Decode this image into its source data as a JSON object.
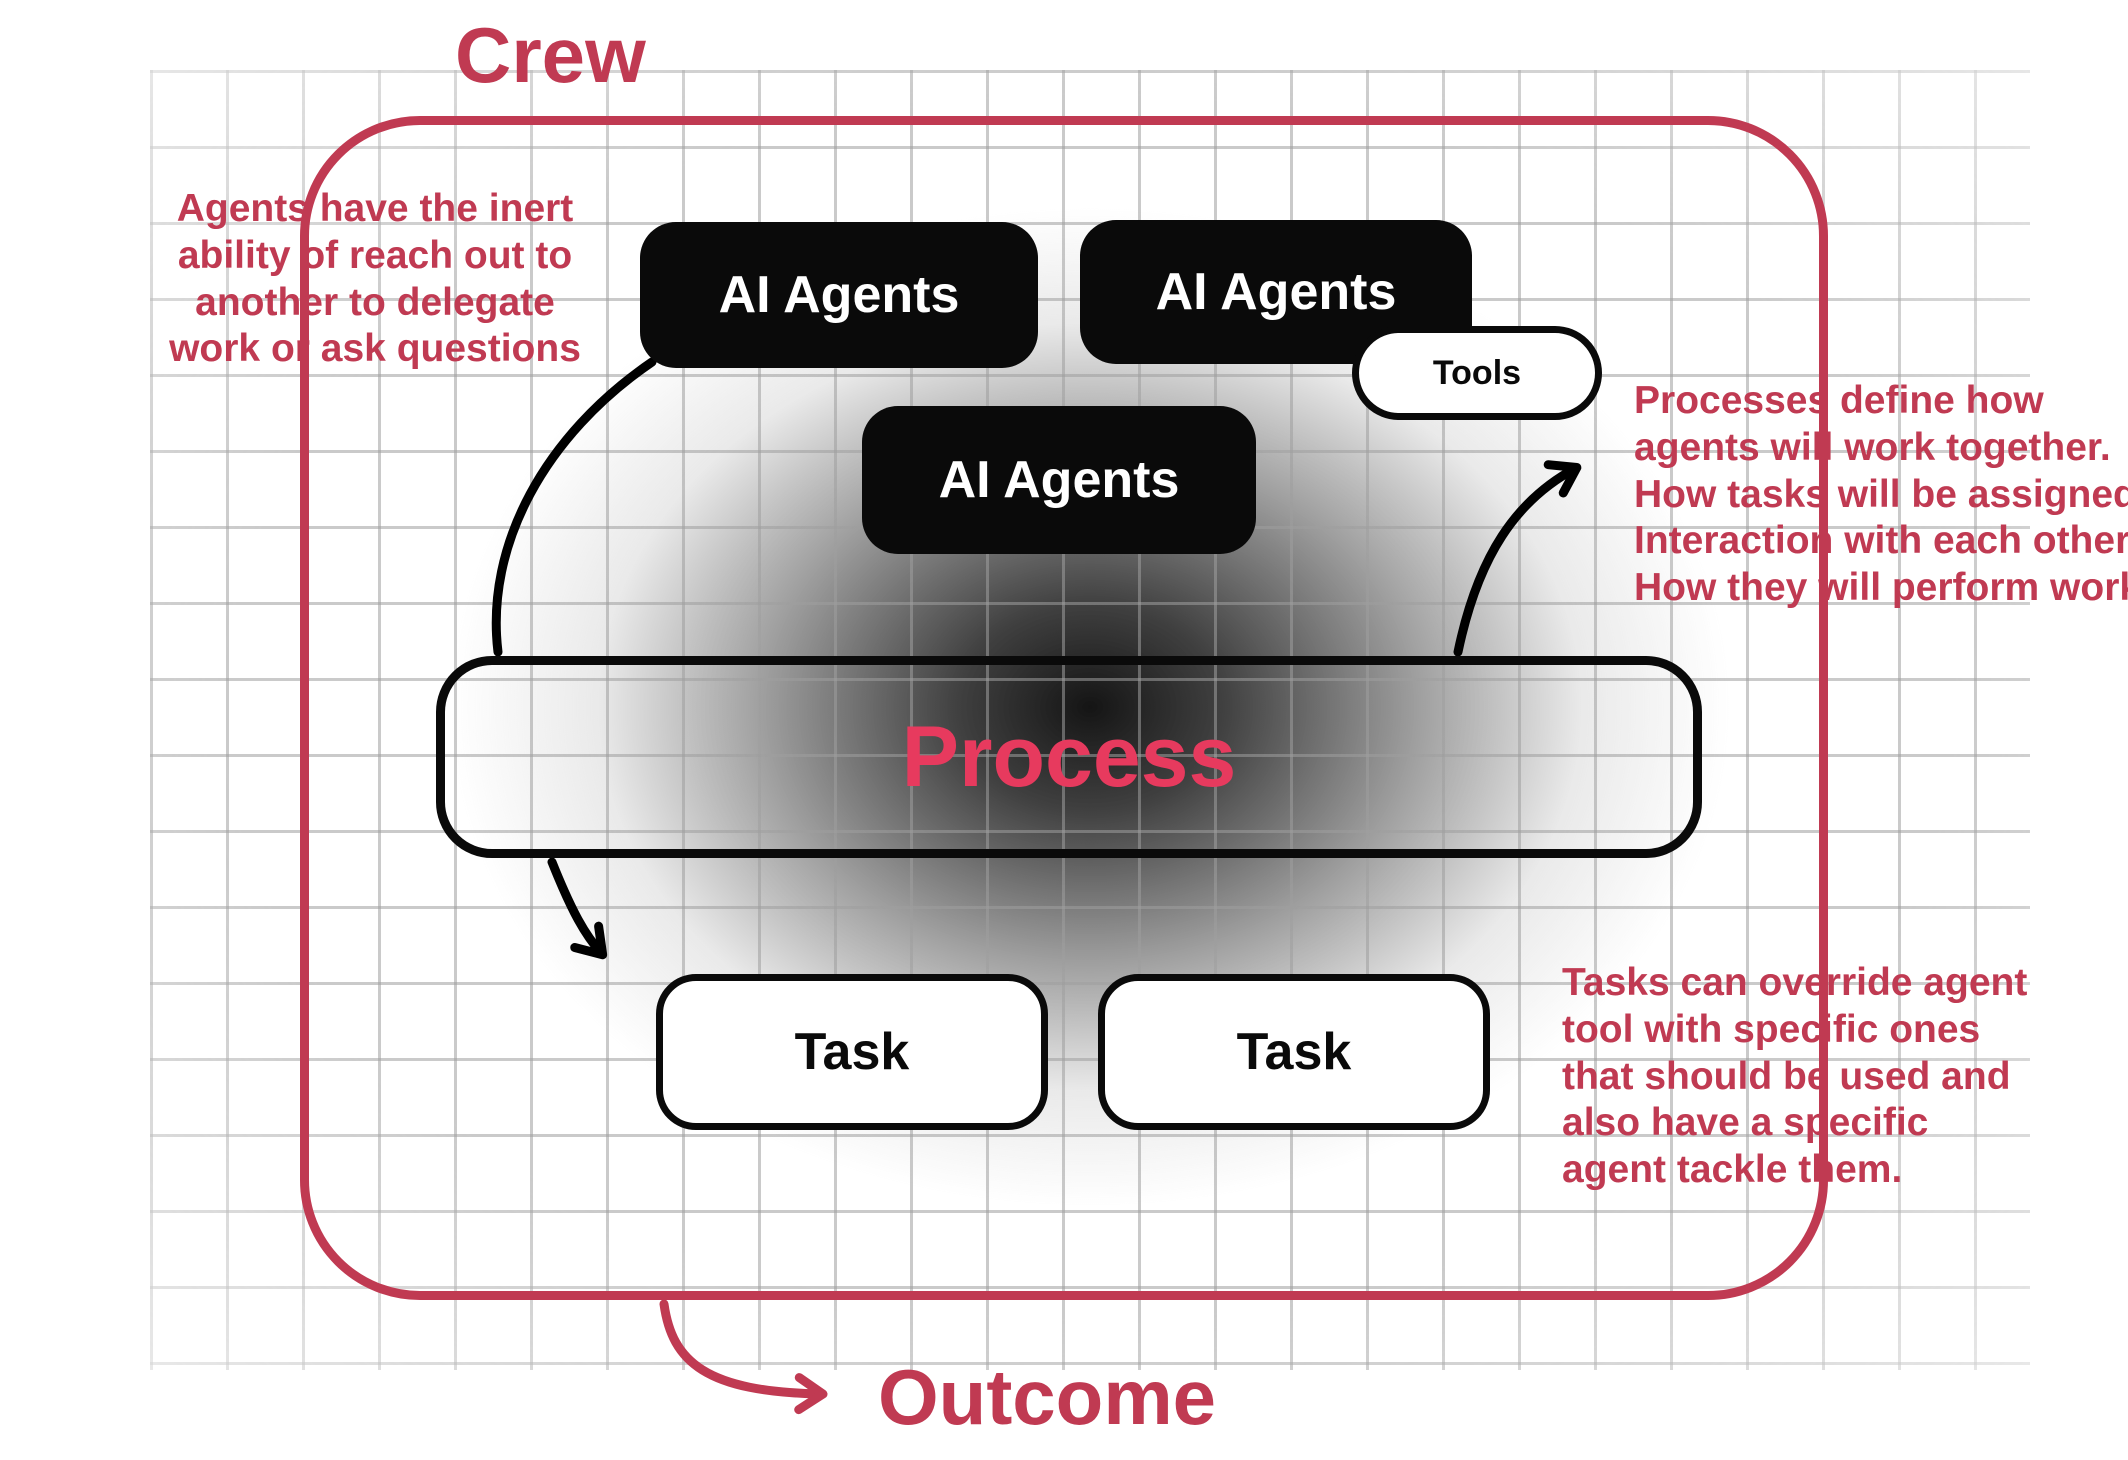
{
  "colors": {
    "accent": "#c03a52",
    "process_text": "#e73a5e",
    "agent_box": "#0a0a0a",
    "background": "#ffffff"
  },
  "labels": {
    "crew": "Crew",
    "outcome": "Outcome",
    "process": "Process",
    "tools": "Tools"
  },
  "agents": [
    {
      "label": "AI Agents"
    },
    {
      "label": "AI Agents"
    },
    {
      "label": "AI Agents"
    }
  ],
  "tasks": [
    {
      "label": "Task"
    },
    {
      "label": "Task"
    }
  ],
  "annotations": {
    "delegation": {
      "lines": [
        "Agents have the inert",
        "ability of reach out to",
        "another to delegate",
        "work or ask questions"
      ]
    },
    "process": {
      "lines": [
        "Processes define how",
        "agents will work together.",
        "How tasks will be assigned.",
        "Interaction with each other.",
        "How they will perform work."
      ]
    },
    "tasks": {
      "lines": [
        "Tasks can override agent",
        "tool with specific ones",
        "that should be used and",
        "also have a specific",
        "agent tackle them."
      ]
    }
  }
}
